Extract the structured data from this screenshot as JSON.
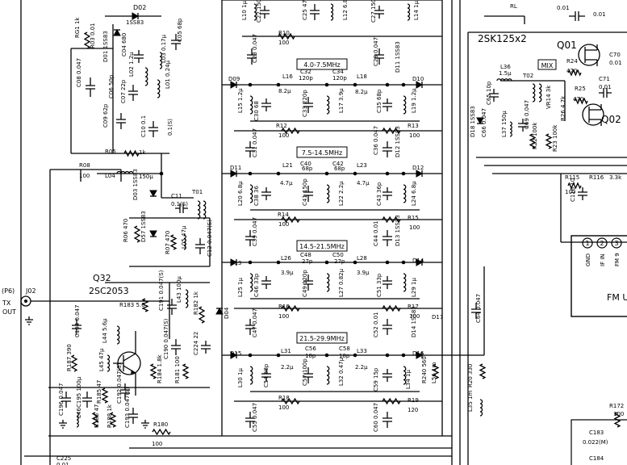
{
  "connector": {
    "ref": "J02",
    "name_top": "(P6)",
    "name": "TX",
    "name2": "OUT"
  },
  "transistor_q32": {
    "ref": "Q32",
    "part": "2SC2053"
  },
  "mixer": {
    "part": "2SK125x2",
    "q1": "Q01",
    "q2": "Q02",
    "label": "MIX"
  },
  "filter_bands": [
    "4.0-7.5MHz",
    "7.5-14.5MHz",
    "14.5-21.5MHz",
    "21.5-29.9MHz"
  ],
  "module": {
    "title": "FM U",
    "pins": [
      "1",
      "2",
      "3"
    ],
    "pin_labels": [
      "GND",
      "IF IN",
      "FM 9"
    ]
  },
  "left_parts": [
    {
      "id": "rg1",
      "text": "RG1 1k"
    },
    {
      "id": "d02",
      "text": "D02"
    },
    {
      "id": "d02p",
      "text": "1SS83"
    },
    {
      "id": "r03",
      "text": "R03 0.01"
    },
    {
      "id": "d01",
      "text": "D01 1SS83"
    },
    {
      "id": "c04",
      "text": "C04 680"
    },
    {
      "id": "l02",
      "text": "L02 1.2µ"
    },
    {
      "id": "c05",
      "text": "C05 68p"
    },
    {
      "id": "l03",
      "text": "L03 0.17µ"
    },
    {
      "id": "c08",
      "text": "C08 0.047"
    },
    {
      "id": "c06",
      "text": "C06 50p"
    },
    {
      "id": "c07",
      "text": "C07 22p"
    },
    {
      "id": "l01",
      "text": "L01 0.24µ"
    },
    {
      "id": "c09",
      "text": "C09 62p"
    },
    {
      "id": "c10",
      "text": "C10 0.1"
    },
    {
      "id": "c11v",
      "text": "0.1(S)"
    },
    {
      "id": "r05",
      "text": "R05"
    },
    {
      "id": "r05v",
      "text": "1k"
    },
    {
      "id": "r08",
      "text": "R08"
    },
    {
      "id": "r08v",
      "text": "100"
    },
    {
      "id": "l04",
      "text": "L04"
    },
    {
      "id": "l04v",
      "text": "150µ"
    },
    {
      "id": "d03",
      "text": "D03 1SS83"
    },
    {
      "id": "c11",
      "text": "C11"
    },
    {
      "id": "c11b",
      "text": "0.1(S)"
    },
    {
      "id": "t01",
      "text": "T01"
    },
    {
      "id": "r06",
      "text": "R06 470"
    },
    {
      "id": "d57",
      "text": "D57 1SS83"
    },
    {
      "id": "r07",
      "text": "R07 470"
    },
    {
      "id": "l05",
      "text": "L05 47µ"
    },
    {
      "id": "c12",
      "text": "C12 0.047(S)"
    },
    {
      "id": "c191",
      "text": "C191 0.047(S)"
    },
    {
      "id": "r183",
      "text": "R183 5.6"
    },
    {
      "id": "l43",
      "text": "L43 100µ"
    },
    {
      "id": "r182",
      "text": "R182 1k"
    },
    {
      "id": "l44",
      "text": "L44 5.6µ"
    },
    {
      "id": "c194",
      "text": "C194 0.047"
    },
    {
      "id": "r187",
      "text": "R187 390"
    },
    {
      "id": "l45",
      "text": "L45 47µ"
    },
    {
      "id": "c190",
      "text": "C190 0.047(S)"
    },
    {
      "id": "c224",
      "text": "C224 22"
    },
    {
      "id": "r184",
      "text": "R184 1.8k"
    },
    {
      "id": "r181",
      "text": "R181 100"
    },
    {
      "id": "c196",
      "text": "C196 0.047"
    },
    {
      "id": "c195",
      "text": "C195 100µ"
    },
    {
      "id": "r185",
      "text": "R185 47"
    },
    {
      "id": "c192",
      "text": "C192 0.047(S)"
    },
    {
      "id": "l46",
      "text": "L46"
    },
    {
      "id": "r186",
      "text": "R186 47"
    },
    {
      "id": "r188",
      "text": "R188 1k"
    },
    {
      "id": "c193",
      "text": "C193 0.047(S)"
    },
    {
      "id": "r180",
      "text": "R180"
    },
    {
      "id": "r180v",
      "text": "100"
    },
    {
      "id": "c225",
      "text": "C225"
    },
    {
      "id": "c225v",
      "text": "0.01"
    }
  ],
  "filter_parts": [
    {
      "id": "l10",
      "text": "L10 1µ"
    },
    {
      "id": "c22",
      "text": "C22 150p"
    },
    {
      "id": "r10",
      "text": "R10"
    },
    {
      "id": "r10v",
      "text": "100"
    },
    {
      "id": "c25",
      "text": "C25 470p"
    },
    {
      "id": "l12",
      "text": "L12 6.8µ"
    },
    {
      "id": "c27",
      "text": "C27 150p"
    },
    {
      "id": "l14",
      "text": "L14 1µ"
    },
    {
      "id": "c23",
      "text": "C23 0.047"
    },
    {
      "id": "c28",
      "text": "C28 0.047"
    },
    {
      "id": "d11a",
      "text": "D11 1SS83"
    },
    {
      "id": "d09",
      "text": "D09"
    },
    {
      "id": "l16",
      "text": "L16"
    },
    {
      "id": "l16v",
      "text": "8.2µ"
    },
    {
      "id": "c32",
      "text": "C32"
    },
    {
      "id": "c32v",
      "text": "120p"
    },
    {
      "id": "c34",
      "text": "C34"
    },
    {
      "id": "c34v",
      "text": "120p"
    },
    {
      "id": "l18",
      "text": "L18"
    },
    {
      "id": "l18v",
      "text": "8.2µ"
    },
    {
      "id": "d10",
      "text": "D10"
    },
    {
      "id": "l15",
      "text": "L15 1.2µ"
    },
    {
      "id": "c30",
      "text": "C30 68"
    },
    {
      "id": "c33",
      "text": "C33 220p"
    },
    {
      "id": "l17",
      "text": "L17 3.9µ"
    },
    {
      "id": "c35",
      "text": "C35 68p"
    },
    {
      "id": "l19",
      "text": "L19 1.2µ"
    },
    {
      "id": "r12",
      "text": "R12"
    },
    {
      "id": "r12v",
      "text": "100"
    },
    {
      "id": "r13",
      "text": "R13"
    },
    {
      "id": "r13v",
      "text": "100"
    },
    {
      "id": "c31",
      "text": "C31 0.047"
    },
    {
      "id": "c36",
      "text": "C36 0.047"
    },
    {
      "id": "d12a",
      "text": "D12 1SS83"
    },
    {
      "id": "d11",
      "text": "D11"
    },
    {
      "id": "l21",
      "text": "L21"
    },
    {
      "id": "l21v",
      "text": "4.7µ"
    },
    {
      "id": "c40",
      "text": "C40"
    },
    {
      "id": "c40v",
      "text": "68p"
    },
    {
      "id": "c42",
      "text": "C42"
    },
    {
      "id": "c42v",
      "text": "68p"
    },
    {
      "id": "l23",
      "text": "L23"
    },
    {
      "id": "l23v",
      "text": "4.7µ"
    },
    {
      "id": "d12",
      "text": "D12"
    },
    {
      "id": "l20",
      "text": "L20 6.8µ"
    },
    {
      "id": "c38",
      "text": "C38 36"
    },
    {
      "id": "c41",
      "text": "C41 150p"
    },
    {
      "id": "l22",
      "text": "L22 2.2µ"
    },
    {
      "id": "c43",
      "text": "C43 36p"
    },
    {
      "id": "l24",
      "text": "L24 6.8µ"
    },
    {
      "id": "r14",
      "text": "R14"
    },
    {
      "id": "r14v",
      "text": "100"
    },
    {
      "id": "r15",
      "text": "R15"
    },
    {
      "id": "r15v",
      "text": "100"
    },
    {
      "id": "c39",
      "text": "C39 0.047"
    },
    {
      "id": "c44",
      "text": "C44 0.01"
    },
    {
      "id": "d13a",
      "text": "D13 1SS83"
    },
    {
      "id": "d13",
      "text": "D13"
    },
    {
      "id": "l26",
      "text": "L26"
    },
    {
      "id": "l26v",
      "text": "3.9µ"
    },
    {
      "id": "c48",
      "text": "C48"
    },
    {
      "id": "c48v",
      "text": "27p"
    },
    {
      "id": "c50",
      "text": "C50"
    },
    {
      "id": "c50v",
      "text": "27p"
    },
    {
      "id": "l28",
      "text": "L28"
    },
    {
      "id": "l28v",
      "text": "3.9µ"
    },
    {
      "id": "d14",
      "text": "D14"
    },
    {
      "id": "d04",
      "text": "D04"
    },
    {
      "id": "l25",
      "text": "L25 1µ"
    },
    {
      "id": "c46",
      "text": "C46 33p"
    },
    {
      "id": "c49",
      "text": "C49 120p"
    },
    {
      "id": "l27",
      "text": "L27 0.82µ"
    },
    {
      "id": "c51",
      "text": "C51 33p"
    },
    {
      "id": "l29",
      "text": "L29 1µ"
    },
    {
      "id": "r16",
      "text": "R16"
    },
    {
      "id": "r16v",
      "text": "100"
    },
    {
      "id": "r17",
      "text": "R17"
    },
    {
      "id": "r17v",
      "text": "100"
    },
    {
      "id": "c47",
      "text": "C47 0.047"
    },
    {
      "id": "c52",
      "text": "C52 0.01"
    },
    {
      "id": "d14a",
      "text": "D14 1SS83"
    },
    {
      "id": "d15",
      "text": "D15"
    },
    {
      "id": "l31",
      "text": "L31"
    },
    {
      "id": "l31v",
      "text": "2.2µ"
    },
    {
      "id": "c56",
      "text": "C56"
    },
    {
      "id": "c56v",
      "text": "18p"
    },
    {
      "id": "c58",
      "text": "C58"
    },
    {
      "id": "c58v",
      "text": "18p"
    },
    {
      "id": "l33",
      "text": "L33"
    },
    {
      "id": "l33v",
      "text": "2.2µ"
    },
    {
      "id": "d16",
      "text": "D16"
    },
    {
      "id": "d17",
      "text": "D17"
    },
    {
      "id": "l30",
      "text": "L30 1µ"
    },
    {
      "id": "c54",
      "text": "C54 68p"
    },
    {
      "id": "c57",
      "text": "C57 100p"
    },
    {
      "id": "l32",
      "text": "L32 0.47µ"
    },
    {
      "id": "c59",
      "text": "C59 15p"
    },
    {
      "id": "l34",
      "text": "L34 1µ"
    },
    {
      "id": "r18",
      "text": "R18"
    },
    {
      "id": "r18v",
      "text": "100"
    },
    {
      "id": "r19",
      "text": "R19"
    },
    {
      "id": "r19v",
      "text": "120"
    },
    {
      "id": "c55",
      "text": "C55 0.047"
    },
    {
      "id": "c60",
      "text": "C60 0.047"
    },
    {
      "id": "r20",
      "text": "R20 330"
    },
    {
      "id": "r240",
      "text": "R240 560"
    },
    {
      "id": "l56",
      "text": "L56 1m"
    },
    {
      "id": "l35",
      "text": "L35 1m"
    },
    {
      "id": "c64",
      "text": "C64 0.047"
    }
  ],
  "right_parts": [
    {
      "id": "rl",
      "text": "RL"
    },
    {
      "id": "c00",
      "text": "0.01"
    },
    {
      "id": "c00b",
      "text": "0.01"
    },
    {
      "id": "l36",
      "text": "L36"
    },
    {
      "id": "l36v",
      "text": "1.5µ"
    },
    {
      "id": "t02",
      "text": "T02"
    },
    {
      "id": "c65",
      "text": "C65 10p"
    },
    {
      "id": "r24",
      "text": "R24"
    },
    {
      "id": "r24v",
      "text": "470"
    },
    {
      "id": "c70",
      "text": "C70"
    },
    {
      "id": "c70v",
      "text": "0.01"
    },
    {
      "id": "c71",
      "text": "C71"
    },
    {
      "id": "c71v",
      "text": "0.01"
    },
    {
      "id": "r25",
      "text": "R25"
    },
    {
      "id": "r25v",
      "text": "470"
    },
    {
      "id": "vr14",
      "text": "VR14 3k"
    },
    {
      "id": "d18",
      "text": "D18 1SS83"
    },
    {
      "id": "c66",
      "text": "C66 0.047"
    },
    {
      "id": "l37",
      "text": "L37 150µ"
    },
    {
      "id": "c69",
      "text": "C69 0.047"
    },
    {
      "id": "r26",
      "text": "R26 4.7k"
    },
    {
      "id": "r22",
      "text": "R22 100k"
    },
    {
      "id": "r23",
      "text": "R23 100k"
    },
    {
      "id": "r115",
      "text": "R115"
    },
    {
      "id": "r115v",
      "text": "100"
    },
    {
      "id": "r116",
      "text": "R116"
    },
    {
      "id": "r116v",
      "text": "3.3k"
    },
    {
      "id": "c116",
      "text": "C116 10"
    },
    {
      "id": "r172",
      "text": "R172"
    },
    {
      "id": "r172v",
      "text": "100"
    },
    {
      "id": "c183",
      "text": "C183"
    },
    {
      "id": "c183v",
      "text": "0.022(M)"
    },
    {
      "id": "c184",
      "text": "C184"
    }
  ]
}
